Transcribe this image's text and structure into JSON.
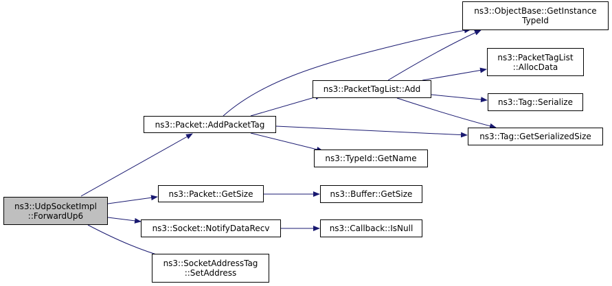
{
  "colors": {
    "edge": "#191970",
    "root_fill": "#bfbfbf",
    "node_fill": "#ffffff",
    "node_border": "#000000"
  },
  "nodes": {
    "root": {
      "line1": "ns3::UdpSocketImpl",
      "line2": "::ForwardUp6"
    },
    "add_packet_tag": {
      "line1": "ns3::Packet::AddPacketTag"
    },
    "get_size": {
      "line1": "ns3::Packet::GetSize"
    },
    "notify_data_recv": {
      "line1": "ns3::Socket::NotifyDataRecv"
    },
    "set_address": {
      "line1": "ns3::SocketAddressTag",
      "line2": "::SetAddress"
    },
    "packet_tag_list_add": {
      "line1": "ns3::PacketTagList::Add"
    },
    "typeid_get_name": {
      "line1": "ns3::TypeId::GetName"
    },
    "buffer_get_size": {
      "line1": "ns3::Buffer::GetSize"
    },
    "callback_is_null": {
      "line1": "ns3::Callback::IsNull"
    },
    "get_instance_type_id": {
      "line1": "ns3::ObjectBase::GetInstance",
      "line2": "TypeId"
    },
    "alloc_data": {
      "line1": "ns3::PacketTagList",
      "line2": "::AllocData"
    },
    "tag_serialize": {
      "line1": "ns3::Tag::Serialize"
    },
    "tag_get_serialized_size": {
      "line1": "ns3::Tag::GetSerializedSize"
    }
  }
}
